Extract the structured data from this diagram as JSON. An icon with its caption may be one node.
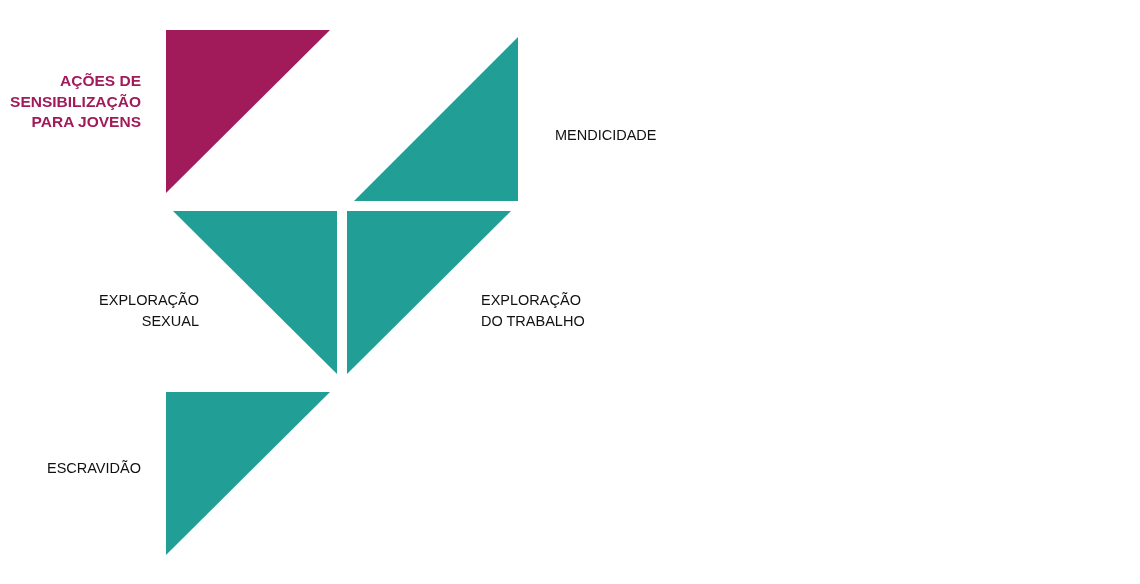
{
  "diagram": {
    "nodes": [
      {
        "text": [],
        "shape": "triangle",
        "beside": [
          "AÇÕES DE SENSIBILIZAÇÃO PARA JOVENS"
        ]
      },
      {
        "text": [],
        "shape": "triangle",
        "beside": [
          "MENDICIDADE"
        ]
      },
      {
        "text": [],
        "shape": "triangle",
        "beside": [
          "EXPLORAÇÃO SEXUAL"
        ]
      },
      {
        "text": [],
        "shape": "triangle",
        "beside": [
          "EXPLORAÇÃO DO TRABALHO"
        ]
      },
      {
        "text": [],
        "shape": "triangle",
        "beside": [
          "ESCRAVIDÃO"
        ]
      }
    ]
  }
}
